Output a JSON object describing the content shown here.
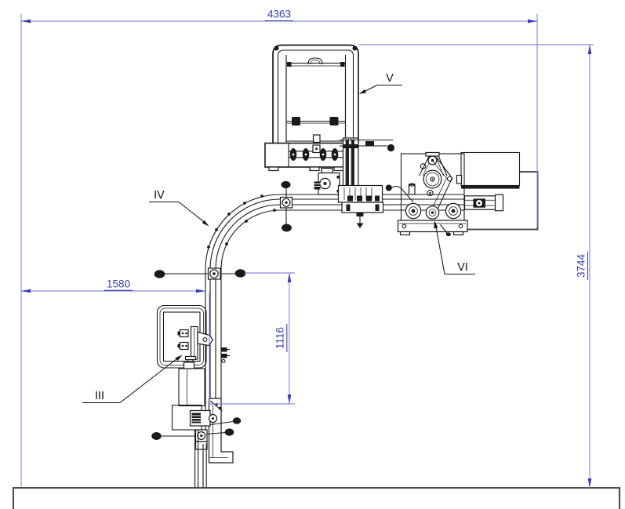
{
  "drawing": {
    "dimensions": {
      "overall_width": "4363",
      "overall_height": "3744",
      "conveyor_offset": "1580",
      "vertical_span": "1116"
    },
    "part_labels": {
      "monitor_unit": "III",
      "curved_conveyor": "IV",
      "magazine_frame": "V",
      "labelling_unit": "VI"
    },
    "colors": {
      "dimension_line": "#8a8ad8",
      "dimension_text": "#3d3db5",
      "machine_line": "#1a1a1a",
      "floor_line": "#4d4d4d",
      "background": "#ffffff"
    }
  }
}
